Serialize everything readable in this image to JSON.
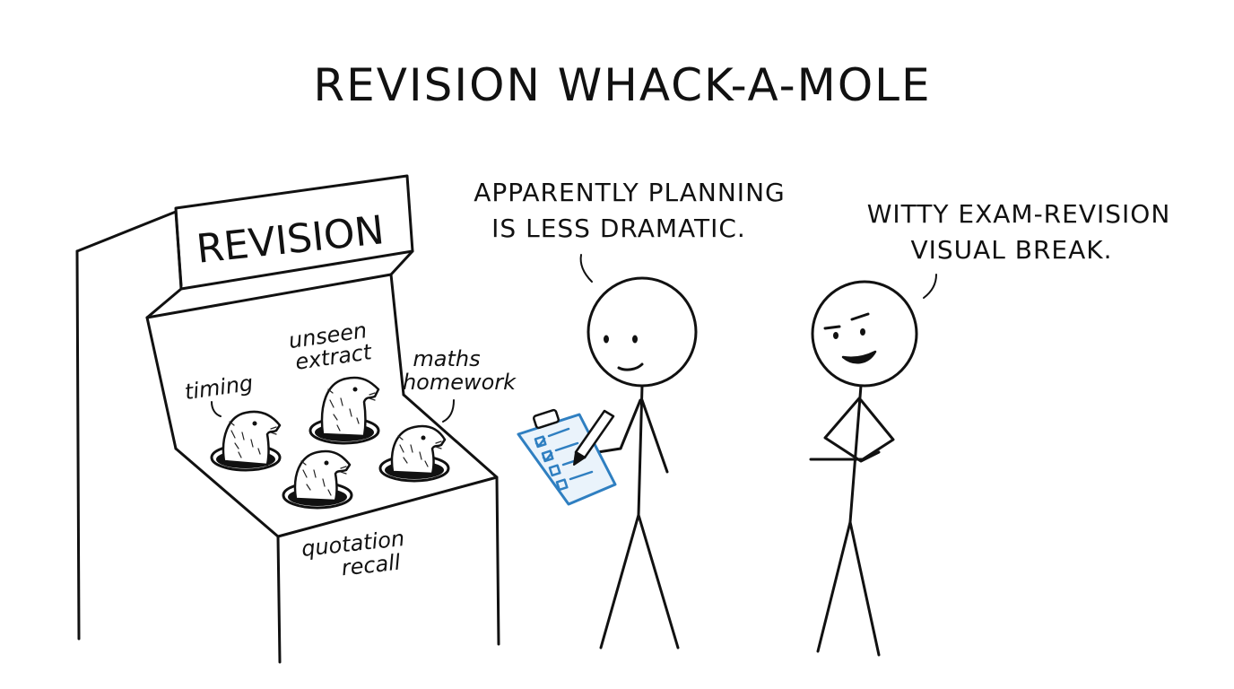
{
  "title": "REVISION WHACK-A-MOLE",
  "machine": {
    "sign": "REVISION",
    "labels": {
      "timing": "timing",
      "unseen_extract_line1": "unseen",
      "unseen_extract_line2": "extract",
      "maths_homework_line1": "maths",
      "maths_homework_line2": "homework",
      "quotation_recall_line1": "quotation",
      "quotation_recall_line2": "recall"
    }
  },
  "speech": {
    "planner_line1": "APPARENTLY PLANNING",
    "planner_line2": "IS LESS DRAMATIC.",
    "friend_line1": "WITTY EXAM-REVISION",
    "friend_line2": "VISUAL BREAK."
  },
  "colors": {
    "ink": "#111111",
    "clipboard_accent": "#2f7fc1",
    "background": "#ffffff"
  }
}
